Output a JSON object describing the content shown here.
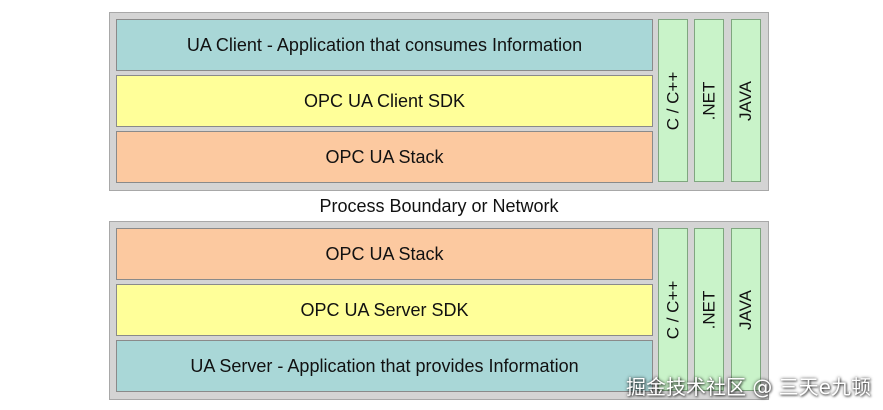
{
  "colors": {
    "panel": "#d4d4d4",
    "application": "#a9d7d7",
    "sdk": "#ffff99",
    "stack": "#fcc9a0",
    "language": "#c9f3c9"
  },
  "client": {
    "application": "UA Client - Application that consumes Information",
    "sdk": "OPC UA Client SDK",
    "stack": "OPC UA Stack",
    "languages": [
      "C / C++",
      ".NET",
      "JAVA"
    ]
  },
  "boundary": "Process Boundary or Network",
  "server": {
    "stack": "OPC UA Stack",
    "sdk": "OPC UA Server SDK",
    "application": "UA Server - Application that provides Information",
    "languages": [
      "C / C++",
      ".NET",
      "JAVA"
    ]
  },
  "watermark": "掘金技术社区 @ 三天e九顿"
}
